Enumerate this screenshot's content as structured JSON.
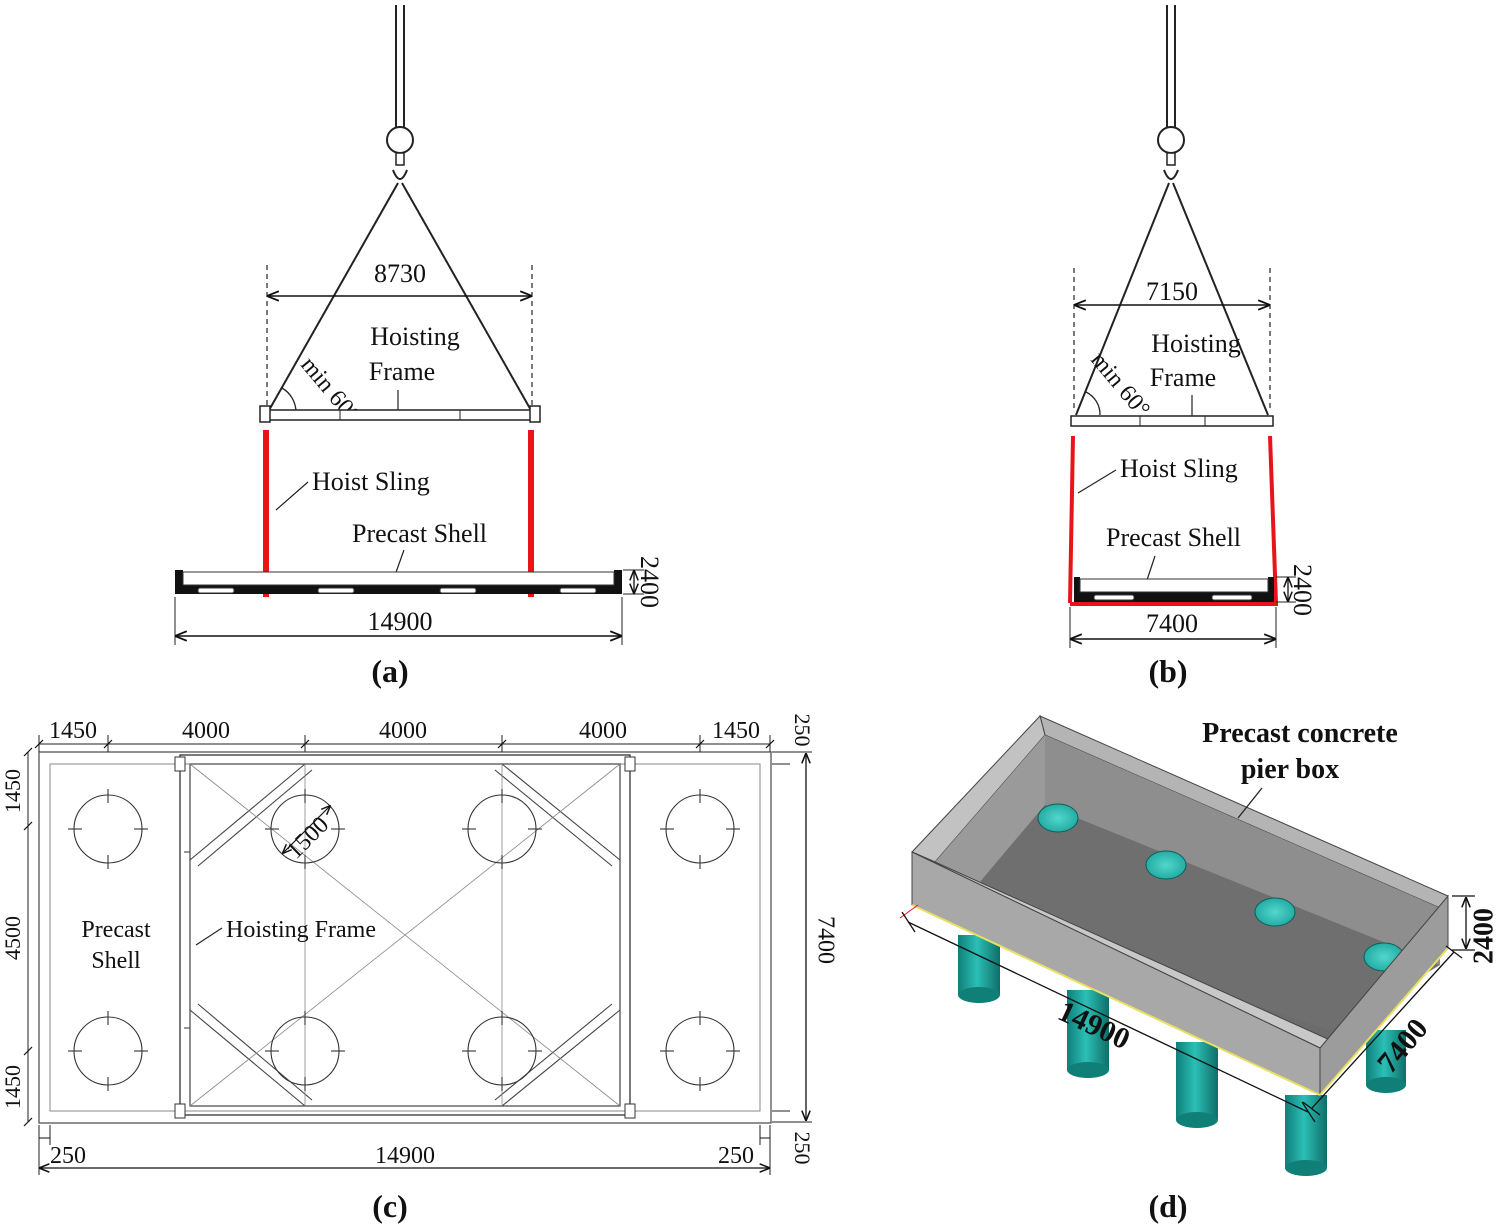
{
  "panel_a": {
    "caption": "(a)",
    "dim_top": "8730",
    "angle": "min 60°",
    "frame_label_1": "Hoisting",
    "frame_label_2": "Frame",
    "sling_label": "Hoist Sling",
    "shell_label": "Precast Shell",
    "height": "2400",
    "length": "14900"
  },
  "panel_b": {
    "caption": "(b)",
    "dim_top": "7150",
    "angle": "min 60°",
    "frame_label_1": "Hoisting",
    "frame_label_2": "Frame",
    "sling_label": "Hoist Sling",
    "shell_label": "Precast Shell",
    "height": "2400",
    "width": "7400"
  },
  "panel_c": {
    "caption": "(c)",
    "top_dims": [
      "1450",
      "4000",
      "4000",
      "4000",
      "1450"
    ],
    "top_right": "250",
    "left_dims": [
      "1450",
      "4500",
      "1450"
    ],
    "right_dim": "7400",
    "right_bottom": "250",
    "bottom_left": "250",
    "bottom_mid": "14900",
    "bottom_right": "250",
    "circle_dim": "1500",
    "shell_label_1": "Precast",
    "shell_label_2": "Shell",
    "frame_label": "Hoisting Frame"
  },
  "panel_d": {
    "caption": "(d)",
    "title_1": "Precast concrete",
    "title_2": "pier box",
    "length": "14900",
    "width": "7400",
    "height": "2400"
  },
  "colors": {
    "sling": "#e8141b",
    "concrete": "#8a8a8a",
    "pile": "#1a9e96"
  }
}
